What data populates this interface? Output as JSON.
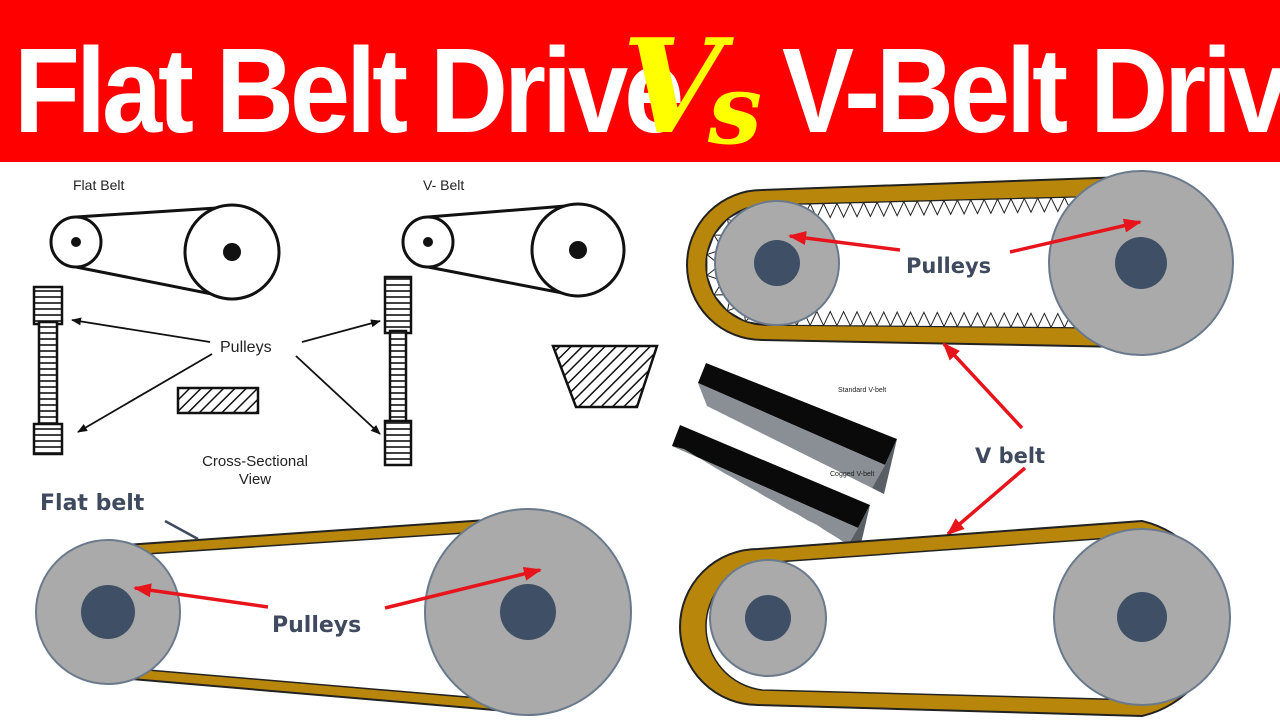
{
  "title": {
    "left": "Flat Belt Drive",
    "vs_v": "V",
    "vs_s": "s",
    "right": "V-Belt Drive"
  },
  "schematic": {
    "flat_belt_label": "Flat Belt",
    "v_belt_label": "V- Belt",
    "pulleys_label": "Pulleys",
    "cross_section_line1": "Cross-Sectional",
    "cross_section_line2": "View"
  },
  "belt_types": {
    "standard": "Standard V-belt",
    "cogged": "Cogged V-belt"
  },
  "labels": {
    "pulleys_top_right": "Pulleys",
    "v_belt": "V belt",
    "flat_belt": "Flat belt",
    "pulleys_bottom_left": "Pulleys"
  },
  "colors": {
    "banner": "#ff0000",
    "title_text": "#ffffff",
    "vs_text": "#ffff00",
    "belt": "#b8860b",
    "pulley": "#aaaaaa",
    "hub": "#3f4f66",
    "arrow": "#e8141c",
    "label_big": "#3f4a5e"
  }
}
